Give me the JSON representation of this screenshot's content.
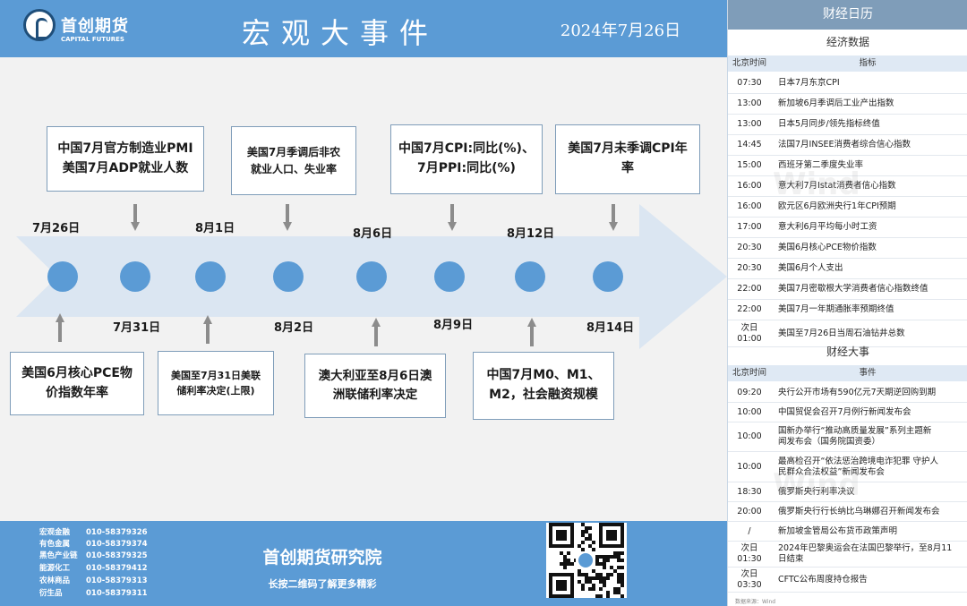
{
  "header": {
    "logo_cn": "首创期货",
    "logo_en": "CAPITAL FUTURES",
    "title": "宏观大事件",
    "date": "2024年7月26日"
  },
  "timeline": {
    "top_dates": [
      "7月26日",
      "8月1日",
      "8月6日",
      "8月12日"
    ],
    "bottom_dates": [
      "7月31日",
      "8月2日",
      "8月9日",
      "8月14日"
    ],
    "top_events": [
      [
        "中国7月官方制造业PMI",
        "美国7月ADP就业人数"
      ],
      [
        "美国7月季调后非农",
        "就业人口、失业率"
      ],
      [
        "中国7月CPI:同比(%)、",
        "7月PPI:同比(%)"
      ],
      [
        "美国7月未季调CPI年",
        "率"
      ]
    ],
    "bottom_events": [
      [
        "美国6月核心PCE物",
        "价指数年率"
      ],
      [
        "美国至7月31日美联",
        "储利率决定(上限)"
      ],
      [
        "澳大利亚至8月6日澳",
        "洲联储利率决定"
      ],
      [
        "中国7月M0、M1、",
        "M2，社会融资规模"
      ]
    ]
  },
  "footer": {
    "contacts": [
      {
        "label": "宏观金融",
        "phone": "010-58379326"
      },
      {
        "label": "有色金属",
        "phone": "010-58379374"
      },
      {
        "label": "黑色产业链",
        "phone": "010-58379325"
      },
      {
        "label": "能源化工",
        "phone": "010-58379412"
      },
      {
        "label": "农林商品",
        "phone": "010-58379313"
      },
      {
        "label": "衍生品",
        "phone": "010-58379311"
      }
    ],
    "institute": "首创期货研究院",
    "slogan": "长按二维码了解更多精彩"
  },
  "calendar": {
    "title": "财经日历",
    "econ_section": "经济数据",
    "econ_headers": [
      "北京时间",
      "指标"
    ],
    "econ_rows": [
      {
        "time": "07:30",
        "event": "日本7月东京CPI"
      },
      {
        "time": "13:00",
        "event": "新加坡6月季调后工业产出指数"
      },
      {
        "time": "13:00",
        "event": "日本5月同步/领先指标终值"
      },
      {
        "time": "14:45",
        "event": "法国7月INSEE消费者综合信心指数"
      },
      {
        "time": "15:00",
        "event": "西班牙第二季度失业率"
      },
      {
        "time": "16:00",
        "event": "意大利7月Istat消费者信心指数"
      },
      {
        "time": "16:00",
        "event": "欧元区6月欧洲央行1年CPI预期"
      },
      {
        "time": "17:00",
        "event": "意大利6月平均每小时工资"
      },
      {
        "time": "20:30",
        "event": "美国6月核心PCE物价指数"
      },
      {
        "time": "20:30",
        "event": "美国6月个人支出"
      },
      {
        "time": "22:00",
        "event": "美国7月密歇根大学消费者信心指数终值"
      },
      {
        "time": "22:00",
        "event": "美国7月一年期通胀率预期终值"
      },
      {
        "time": [
          "次日",
          "01:00"
        ],
        "event": "美国至7月26日当周石油钻井总数"
      }
    ],
    "fin_section": "财经大事",
    "fin_headers": [
      "北京时间",
      "事件"
    ],
    "fin_rows": [
      {
        "time": "09:20",
        "event": [
          "央行公开市场有590亿元7天期逆回购到期"
        ]
      },
      {
        "time": "10:00",
        "event": [
          "中国贸促会召开7月例行新闻发布会"
        ]
      },
      {
        "time": "10:00",
        "event": [
          "国新办举行“推动高质量发展”系列主题新",
          "闻发布会（国务院国资委）"
        ]
      },
      {
        "time": "10:00",
        "event": [
          "最高检召开“依法惩治跨境电诈犯罪 守护人",
          "民群众合法权益”新闻发布会"
        ]
      },
      {
        "time": "18:30",
        "event": [
          "俄罗斯央行利率决议"
        ]
      },
      {
        "time": "20:00",
        "event": [
          "俄罗斯央行行长纳比乌琳娜召开新闻发布会"
        ]
      },
      {
        "time": "/",
        "event": [
          "新加坡金管局公布货币政策声明"
        ]
      },
      {
        "time": [
          "次日",
          "01:30"
        ],
        "event": [
          "2024年巴黎奥运会在法国巴黎举行，至8月11",
          "日结束"
        ]
      },
      {
        "time": [
          "次日",
          "03:30"
        ],
        "event": [
          "CFTC公布周度持仓报告"
        ]
      }
    ],
    "source": "数据来源：Wind"
  },
  "colors": {
    "brand_blue": "#5b9bd5",
    "calendar_header": "#7f9db9",
    "arrow_fill": "#dbe6f2",
    "dot": "#5b9bd5"
  },
  "icons": [
    "logo-icon",
    "qr-code-icon",
    "down-arrow-icon",
    "up-arrow-icon"
  ]
}
